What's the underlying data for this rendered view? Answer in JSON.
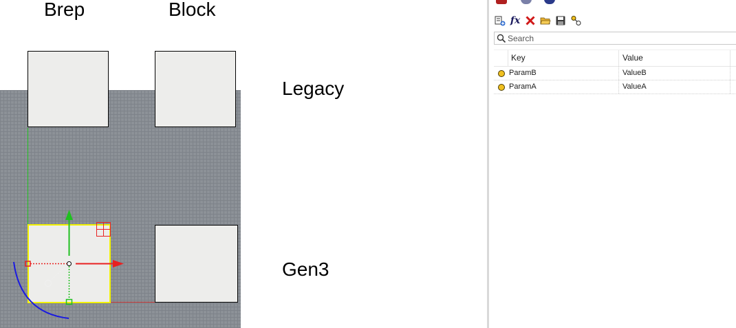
{
  "viewport": {
    "columns": [
      "Brep",
      "Block"
    ],
    "rows": [
      "Legacy",
      "Gen3"
    ],
    "colors": {
      "grid": "#8c9197",
      "grid_line": "#7e838a",
      "box_fill": "#ededeb",
      "selection": "#f2f200",
      "x_axis": "#e82020",
      "y_axis": "#20c020",
      "rotate_handle": "#1a1ae0"
    }
  },
  "panel": {
    "toolbar": [
      {
        "name": "add-parameter-icon"
      },
      {
        "name": "fx-icon",
        "label": "fx"
      },
      {
        "name": "delete-icon"
      },
      {
        "name": "open-folder-icon"
      },
      {
        "name": "save-icon"
      },
      {
        "name": "link-icon"
      }
    ],
    "search": {
      "placeholder": "Search"
    },
    "table": {
      "headers": {
        "key": "Key",
        "value": "Value"
      },
      "rows": [
        {
          "key": "ParamB",
          "value": "ValueB"
        },
        {
          "key": "ParamA",
          "value": "ValueA"
        }
      ]
    }
  }
}
